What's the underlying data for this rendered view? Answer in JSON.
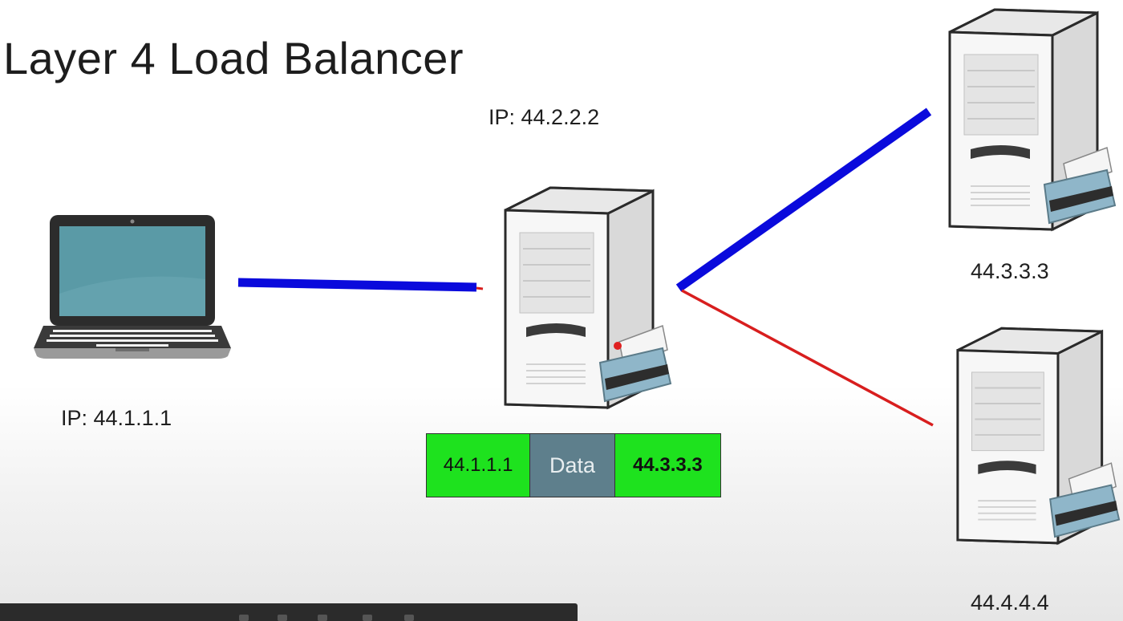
{
  "title": "Layer 4 Load Balancer",
  "load_balancer": {
    "ip_label": "IP: 44.2.2.2"
  },
  "client": {
    "ip_label": "IP: 44.1.1.1"
  },
  "servers": [
    {
      "ip_label": "44.3.3.3"
    },
    {
      "ip_label": "44.4.4.4"
    }
  ],
  "packet": {
    "source": "44.1.1.1",
    "data": "Data",
    "destination": "44.3.3.3"
  },
  "colors": {
    "active_link": "#0a0adc",
    "inactive_link": "#d81e1e",
    "packet_ip": "#1ee21e",
    "packet_data": "#5e7f8c"
  }
}
